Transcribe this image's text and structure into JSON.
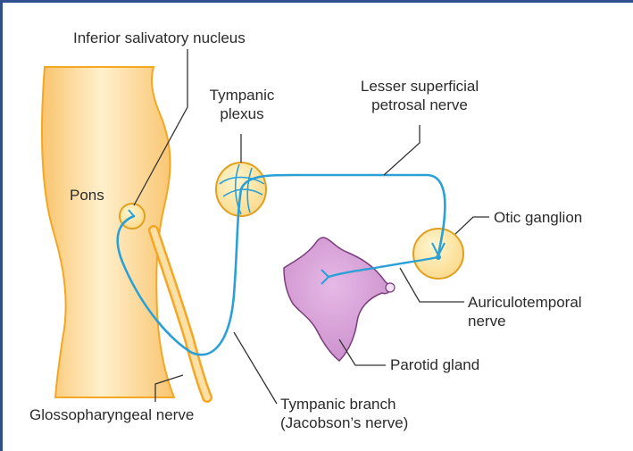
{
  "labels": {
    "inferior_salivatory_nucleus": "Inferior salivatory nucleus",
    "tympanic_plexus_line1": "Tympanic",
    "tympanic_plexus_line2": "plexus",
    "lesser_petrosal_line1": "Lesser superficial",
    "lesser_petrosal_line2": "petrosal nerve",
    "pons": "Pons",
    "otic_ganglion": "Otic ganglion",
    "auriculotemporal_line1": "Auriculotemporal",
    "auriculotemporal_line2": "nerve",
    "parotid_gland": "Parotid gland",
    "glossopharyngeal_nerve": "Glossopharyngeal nerve",
    "tympanic_branch_line1": "Tympanic branch",
    "tympanic_branch_line2": "(Jacobson’s nerve)"
  },
  "colors": {
    "frame": "#2f4f8f",
    "brainstem_fill": "#fbd999",
    "brainstem_edge": "#f5a623",
    "nerve": "#2aa0d6",
    "ganglion_fill": "#fde8a4",
    "gland_fill": "#d9a3d9",
    "gland_edge": "#7b3c7b",
    "leader": "#333333",
    "text": "#2b2b2b"
  }
}
